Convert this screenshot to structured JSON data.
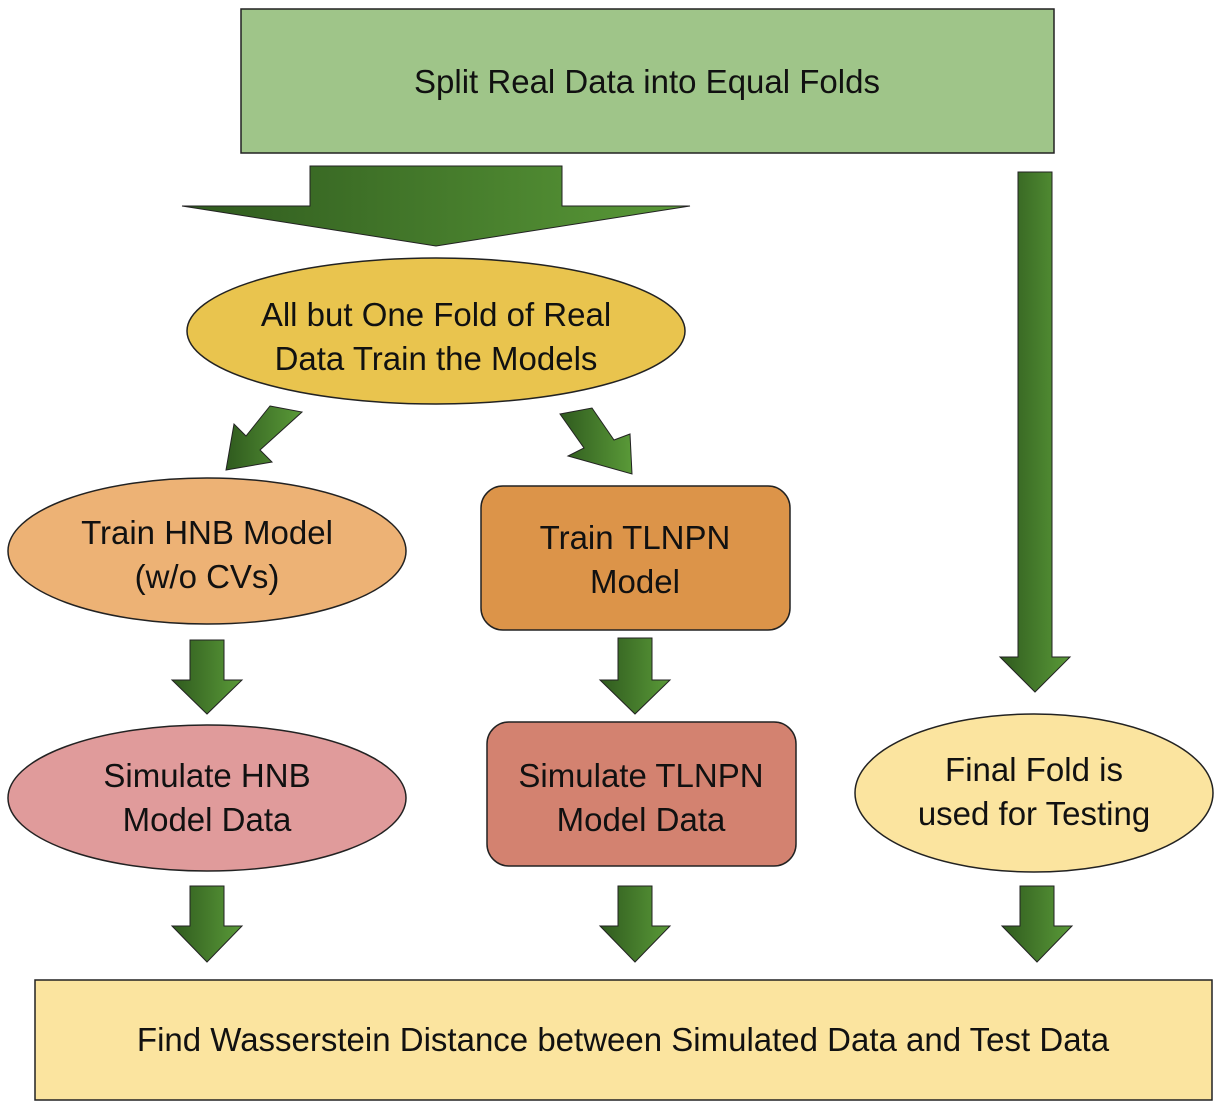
{
  "diagram": {
    "nodes": {
      "split": {
        "lines": [
          "Split Real Data into Equal Folds"
        ],
        "fill": "#9fc589"
      },
      "train_folds": {
        "lines": [
          "All but One Fold of Real",
          "Data Train the Models"
        ],
        "fill": "#e9c44e"
      },
      "train_hnb": {
        "lines": [
          "Train HNB Model",
          "(w/o CVs)"
        ],
        "fill": "#edb275"
      },
      "train_tlnpn": {
        "lines": [
          "Train TLNPN",
          "Model"
        ],
        "fill": "#dc9449"
      },
      "sim_hnb": {
        "lines": [
          "Simulate HNB",
          "Model Data"
        ],
        "fill": "#e09b9b"
      },
      "sim_tlnpn": {
        "lines": [
          "Simulate TLNPN",
          "Model Data"
        ],
        "fill": "#d38270"
      },
      "final_fold": {
        "lines": [
          "Final Fold is",
          "used for Testing"
        ],
        "fill": "#fbe49f"
      },
      "wasserstein": {
        "lines": [
          "Find Wasserstein Distance between Simulated Data and Test Data"
        ],
        "fill": "#fbe49f"
      }
    },
    "arrow_colors": {
      "dark": "#2f5a1e",
      "light": "#5a9a38"
    },
    "border_color": "#222222"
  }
}
